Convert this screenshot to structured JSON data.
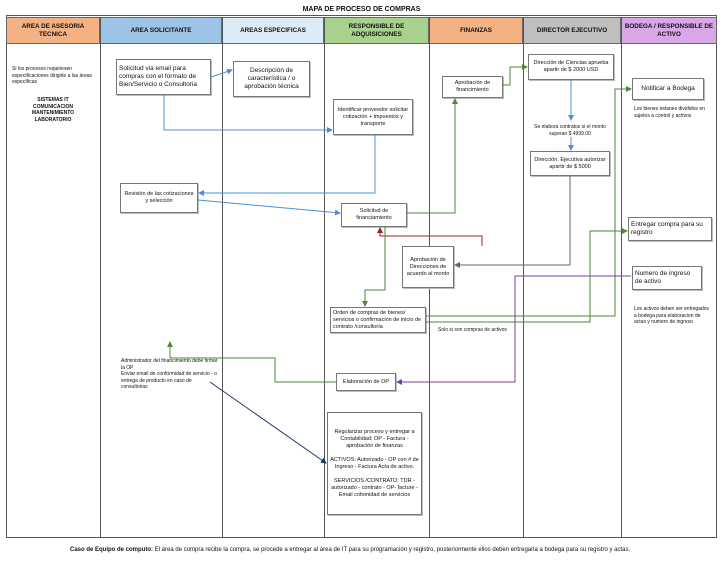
{
  "title": "MAPA DE PROCESO DE COMPRAS",
  "lanes": [
    {
      "label": "AREA DE ASESORIA TECNICA",
      "color": "#F4B183"
    },
    {
      "label": "AREA SOLICITANTE",
      "color": "#9DC3E6"
    },
    {
      "label": "AREAS ESPECIFICAS",
      "color": "#DDEBF7"
    },
    {
      "label": "RESPONSIBLE DE ADQUISICIONES",
      "color": "#A9D18E"
    },
    {
      "label": "FINANZAS",
      "color": "#F4B183"
    },
    {
      "label": "DIRECTOR EJECUTIVO",
      "color": "#BFBFBF"
    },
    {
      "label": "BODEGA / RESPONSIBLE DE ACTIVO",
      "color": "#D9A6E8"
    }
  ],
  "asesoria": {
    "note": "Si los procesos requiriesen especificaciones dirigirle a las áreas específicas",
    "areas": "SISTEMAS IT\nCOMUNICACION\nMANTENIMIENTO\nLABORATORIO"
  },
  "boxes": {
    "solicitud": "Solicitud via email para compras con el formato de Bien/Servicio o Consultoria",
    "descripcion": "Descripción de característica / o aprobación técnica",
    "identificar": "Identificar proveedor solicitar cotización + impuestos y transporte",
    "revision": "Revisión de las cotizaciones y selección",
    "solicitud_fin": "Solicitud de financiamiento",
    "aprob_fin": "Aprobación de financimiento",
    "dir_ciencias": "Dirección de Ciencias aprueba apartir de $ 2000 USD",
    "dir_ejecutiva": "Dirección. Ejecutiva autorizar apartir de $ 5000",
    "aprob_dir": "Aprobación de Direcciones de acuerdo al monto",
    "orden": "Orden de compras de bienes/ servicios o confirmación de inicio de contrato /consultoría",
    "elaboracion": "Elaboración de OP",
    "regularizar": "Regularizar proceso y entregar a Contabilidad: OP - Factura - aprobación de finanzas\n\nACTIVOS: Autorizado - OP con # de Ingreso - Factura Acta de activo.\n\nSERVICIOS /CONTRATO: TDR - autorizado - contrato - OP- facture - Email cofomidad de servicios",
    "notificar": "Notificar a Bodega",
    "entregar": "Entregar compra para su registro",
    "numero": "Numero de ingreso de activo"
  },
  "notes": {
    "contratos": "Se elabora contratos si el monto superan $ 4999.00",
    "solo_compras": "Solo si son compras de activos",
    "bienes": "Los bienes estanes divididos en sujetos a control y activos",
    "activos": "Los activos deben ser entregados a bodega para elaboracion de actas y numero de ingreso",
    "administrador": "Administrador del financimiento debe firmar la OP\nEnviar email de conformidad de servicio - o entrega de producto en caso de consultorias"
  },
  "footer": {
    "label": "Caso de Equipo de computo:",
    "text": " El área de compra recibe la compra, se procede a entregar al área de IT para su programación y registro, posteriormente ellos deben entregarla a bodega para su registro y actas."
  },
  "colors": {
    "blue_arrow": "#4A90D9",
    "green_arrow": "#4E8A3A",
    "red_arrow": "#A32020",
    "purple_arrow": "#7B3FA0",
    "navy_arrow": "#1F3864",
    "gray_arrow": "#666666"
  }
}
